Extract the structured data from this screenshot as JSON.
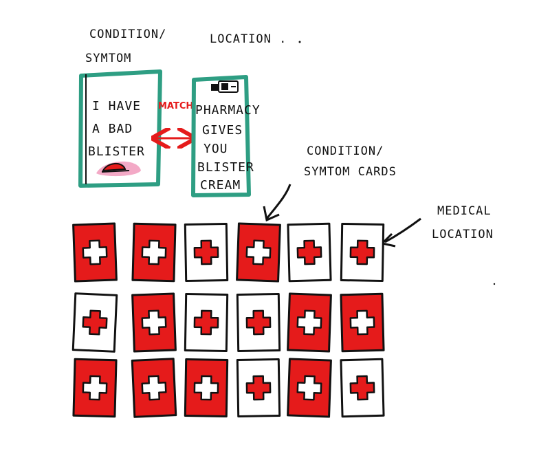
{
  "labels": {
    "condition_header_line1": "CONDITION/",
    "condition_header_line2": "SYMTOM",
    "location_header": "LOCATION .",
    "condition_cards_line1": "CONDITION/",
    "condition_cards_line2": "SYMTOM CARDS",
    "medical_location_line1": "MEDICAL",
    "medical_location_line2": "LOCATION"
  },
  "condition_card": {
    "lines": [
      "I HAVE",
      "A BAD",
      "BLISTER"
    ]
  },
  "location_card": {
    "lines": [
      "PHARMACY",
      "GIVES",
      "YOU",
      "BLISTER",
      "CREAM"
    ]
  },
  "match_label": "MATCH",
  "colors": {
    "ink": "#111111",
    "card_outline": "#2e9e83",
    "accent_red": "#e51b1b",
    "pink_highlight": "#f3a9c6",
    "paper": "#ffffff"
  },
  "grid": {
    "rows": 3,
    "cols": 6,
    "cells": [
      [
        "red",
        "red",
        "white",
        "red",
        "white",
        "white"
      ],
      [
        "white",
        "red",
        "white",
        "white",
        "red",
        "red"
      ],
      [
        "red",
        "red",
        "red",
        "white",
        "red",
        "white"
      ]
    ]
  }
}
